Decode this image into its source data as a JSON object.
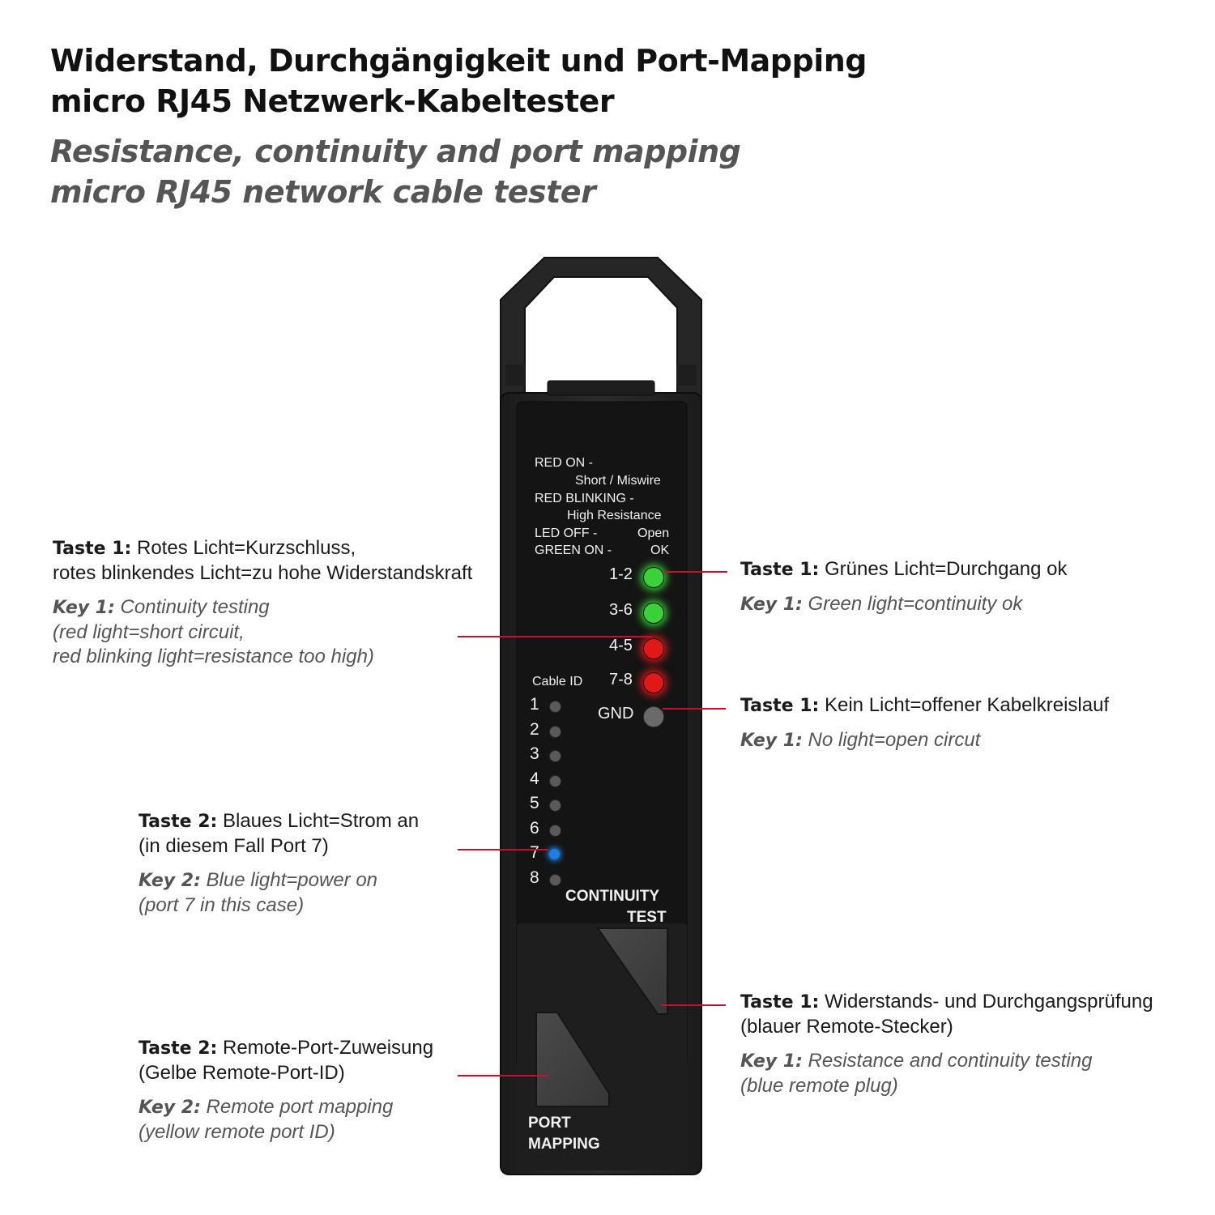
{
  "heading": {
    "de_line1": "Widerstand, Durchgängigkeit und Port-Mapping",
    "de_line2": "micro RJ45 Netzwerk-Kabeltester",
    "en_line1": "Resistance, continuity and port mapping",
    "en_line2": "micro RJ45 network cable tester"
  },
  "device": {
    "legend": {
      "red_on": "RED ON -",
      "short_miswire": "Short / Miswire",
      "red_blinking": "RED BLINKING -",
      "high_resistance": "High Resistance",
      "led_off": "LED OFF -",
      "open": "Open",
      "green_on": "GREEN ON -",
      "ok": "OK"
    },
    "pins": [
      {
        "label": "1-2",
        "color": "#3bd13b"
      },
      {
        "label": "3-6",
        "color": "#3bd13b"
      },
      {
        "label": "4-5",
        "color": "#e01818"
      },
      {
        "label": "7-8",
        "color": "#e01818"
      },
      {
        "label": "GND",
        "color": "#6a6a6a"
      }
    ],
    "cable_id_label": "Cable ID",
    "cable_ids": [
      "1",
      "2",
      "3",
      "4",
      "5",
      "6",
      "7",
      "8"
    ],
    "active_cable_id": "7",
    "active_led_color": "#1e7fe0",
    "continuity_button": {
      "line1": "CONTINUITY",
      "line2": "TEST"
    },
    "port_mapping_button": {
      "line1": "PORT",
      "line2": "MAPPING"
    }
  },
  "callouts": {
    "left_key1": {
      "de_key": "Taste 1:",
      "de_text1": " Rotes Licht=Kurzschluss,",
      "de_text2": "rotes blinkendes Licht=zu hohe Widerstandskraft",
      "en_key": "Key 1:",
      "en_text1": " Continuity testing",
      "en_text2": "(red light=short circuit,",
      "en_text3": "red blinking light=resistance too high)"
    },
    "left_key2_power": {
      "de_key": "Taste 2:",
      "de_text1": " Blaues Licht=Strom an",
      "de_text2": "(in diesem Fall Port 7)",
      "en_key": "Key 2:",
      "en_text1": " Blue light=power on",
      "en_text2": "(port 7 in this case)"
    },
    "left_key2_mapping": {
      "de_key": "Taste 2:",
      "de_text1": " Remote-Port-Zuweisung",
      "de_text2": "(Gelbe Remote-Port-ID)",
      "en_key": "Key 2:",
      "en_text1": " Remote port mapping",
      "en_text2": "(yellow remote port ID)"
    },
    "right_green": {
      "de_key": "Taste 1:",
      "de_text1": " Grünes Licht=Durchgang ok",
      "en_key": "Key 1:",
      "en_text1": " Green light=continuity ok"
    },
    "right_nolight": {
      "de_key": "Taste 1:",
      "de_text1": " Kein Licht=offener Kabelkreislauf",
      "en_key": "Key 1:",
      "en_text1": " No light=open circut"
    },
    "right_continuity": {
      "de_key": "Taste 1:",
      "de_text1": " Widerstands- und Durchgangsprüfung",
      "de_text2": "(blauer Remote-Stecker)",
      "en_key": "Key 1:",
      "en_text1": " Resistance and continuity testing",
      "en_text2": "(blue remote plug)"
    }
  },
  "colors": {
    "leader": "#c8102e",
    "device_body": "#222222",
    "device_panel": "#141414"
  }
}
